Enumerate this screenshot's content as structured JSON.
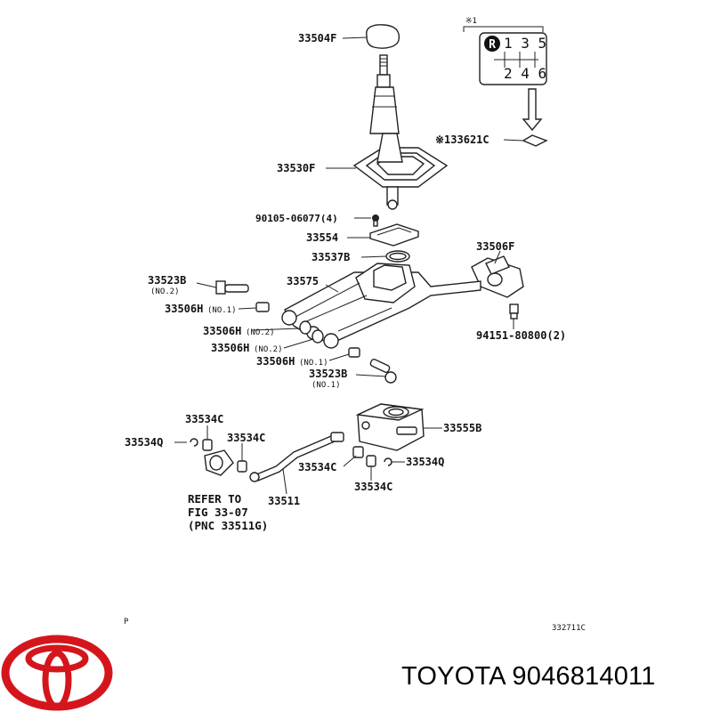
{
  "labels": {
    "knob": "33504F",
    "boot": "33530F",
    "bolt": "90105-06077(4)",
    "retainer": "33554",
    "oring": "33537B",
    "bracket_right": "33506F",
    "nut_right": "94151-80800(2)",
    "shift_lever": "33575",
    "bushing_b_top": "33523B",
    "bushing_b_top_sub": "(NO.2)",
    "bushing_h_1": "33506H",
    "bushing_h_1_sub": "(NO.1)",
    "bushing_h_2": "33506H",
    "bushing_h_2_sub": "(NO.2)",
    "bushing_h_3": "33506H",
    "bushing_h_3_sub": "(NO.2)",
    "bushing_h_4": "33506H",
    "bushing_h_4_sub": "(NO.1)",
    "bushing_b_bottom": "33523B",
    "bushing_b_bottom_sub": "(NO.1)",
    "housing": "33555B",
    "collar_c_1": "33534C",
    "clip_q_left": "33534Q",
    "collar_c_2": "33534C",
    "collar_c_3": "33534C",
    "clip_q_right": "33534Q",
    "collar_c_4": "33534C",
    "rod": "33511",
    "refer_line1": "REFER TO",
    "refer_line2": "FIG 33-07",
    "refer_line3": "(PNC 33511G)",
    "plate_label": "※133621C",
    "note_mark": "※1",
    "corner_p": "P",
    "figure_code": "332711C"
  },
  "shift_pattern": {
    "reverse": "R",
    "top_row": "1 3 5",
    "bottom_row": "2 4 6"
  },
  "brand": {
    "text": "TOYOTA 9046814011",
    "logo_color": "#d4161c"
  }
}
